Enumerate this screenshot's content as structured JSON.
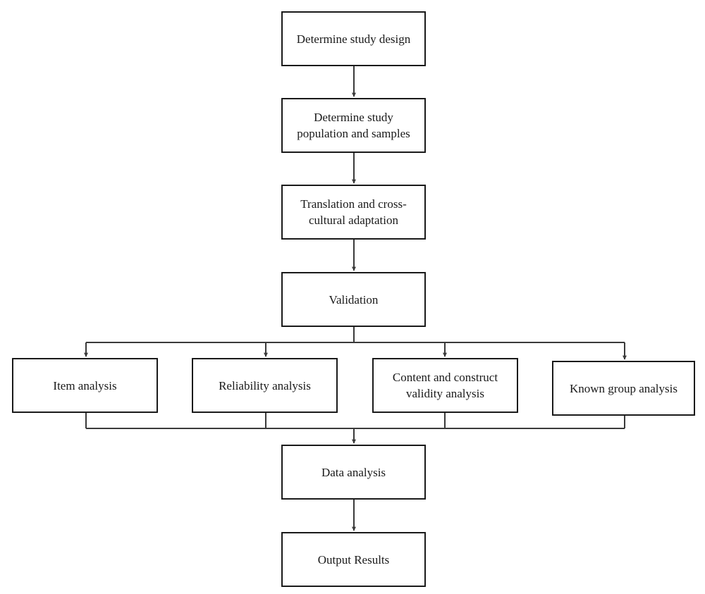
{
  "flowchart": {
    "steps": [
      {
        "id": "study-design",
        "label": "Determine study design"
      },
      {
        "id": "study-population",
        "label": "Determine study population and samples"
      },
      {
        "id": "translation",
        "label": "Translation and cross-cultural adaptation"
      },
      {
        "id": "validation",
        "label": "Validation"
      }
    ],
    "branches": [
      {
        "id": "item-analysis",
        "label": "Item analysis"
      },
      {
        "id": "reliability-analysis",
        "label": "Reliability analysis"
      },
      {
        "id": "validity-analysis",
        "label": "Content and construct validity analysis"
      },
      {
        "id": "known-group-analysis",
        "label": "Known group analysis"
      }
    ],
    "final_steps": [
      {
        "id": "data-analysis",
        "label": "Data analysis"
      },
      {
        "id": "output-results",
        "label": "Output Results"
      }
    ]
  },
  "colors": {
    "line": "#3a3a3a",
    "box_border": "#1a1a1a",
    "text": "#1a1a1a",
    "background": "#ffffff"
  }
}
